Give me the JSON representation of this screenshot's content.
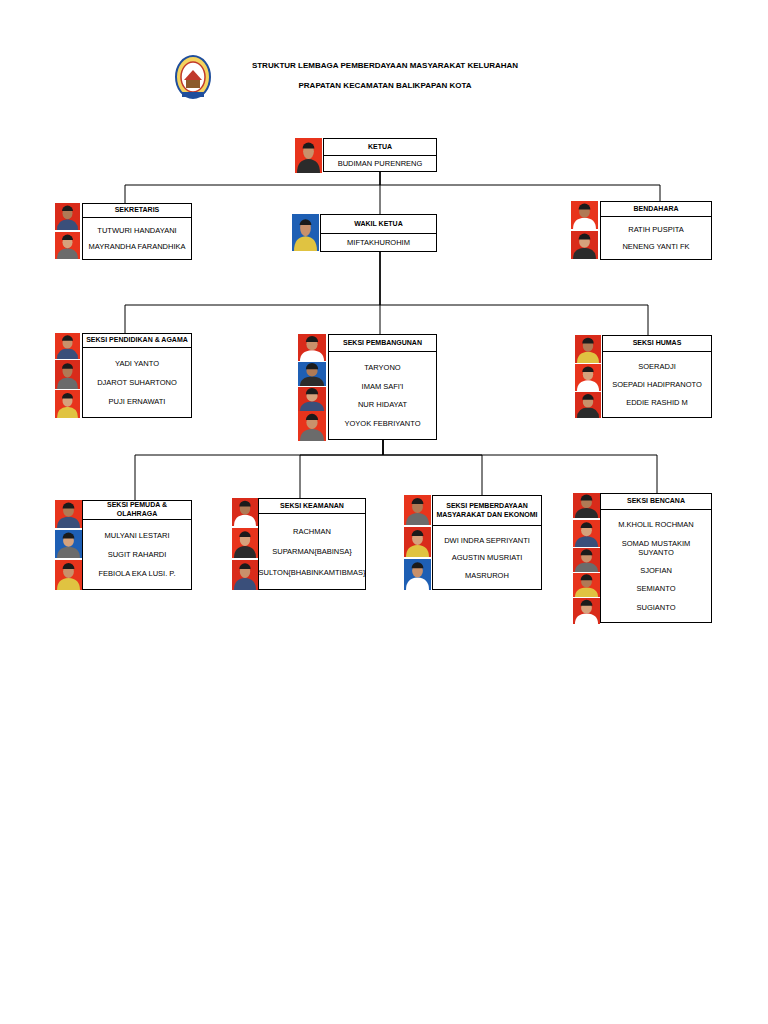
{
  "diagram": {
    "title": "STRUKTUR LEMBAGA PEMBERDAYAAN MASYARAKAT KELURAHAN PRAPATAN KECAMATAN BALIKPAPAN KOTA",
    "nodes": [
      {
        "text": [
          "KETUA",
          "BUDIMAN PURENRENG"
        ]
      },
      {
        "text": [
          "SEKRETARIS",
          "TUTWURI HANDAYANI",
          "MAYRANDHA FARANDHIKA"
        ]
      },
      {
        "text": [
          "WAKIL KETUA",
          "MIFTAKHUROHIM"
        ]
      },
      {
        "text": [
          "BENDAHARA",
          "RATIH PUSPITA",
          "NENENG YANTI FK"
        ]
      },
      {
        "text": [
          "SEKSI PENDIDIKAN & AGAMA",
          "YADI YANTO",
          "DJAROT SUHARTONO",
          "PUJI ERNAWATI"
        ]
      },
      {
        "text": [
          "SEKSI PEMBANGUNAN",
          "TARYONO",
          "IMAM SAFI'I",
          "NUR HIDAYAT",
          "YOYOK FEBRIYANTO"
        ]
      },
      {
        "text": [
          "SEKSI HUMAS",
          "SOERADJI",
          "SOEPADI HADIPRANOTO",
          "EDDIE RASHID M"
        ]
      },
      {
        "text": [
          "SEKSI PEMUDA & OLAHRAGA",
          "MULYANI LESTARI",
          "SUGIT RAHARDI",
          "FEBIOLA EKA LUSI. P."
        ]
      },
      {
        "text": [
          "SEKSI KEAMANAN",
          "RACHMAN",
          "SUPARMAN{BABINSA}",
          "SULTON{BHABINKAMTIBMAS}"
        ]
      },
      {
        "text": [
          "SEKSI PEMBERDAYAAN MASYARAKAT DAN EKONOMI",
          "DWI INDRA SEPRIYANTI",
          "AGUSTIN MUSRIATI",
          "MASRUROH"
        ]
      },
      {
        "text": [
          "SEKSI BENCANA",
          "M.KHOLIL ROCHMAN",
          "SOMAD MUSTAKIM SUYANTO",
          "SJOFIAN",
          "SEMIANTO",
          "SUGIANTO"
        ]
      }
    ],
    "edges": [
      {
        "from": 0,
        "to": 1,
        "arrow": "none"
      },
      {
        "from": 0,
        "to": 2,
        "arrow": "none"
      },
      {
        "from": 0,
        "to": 3,
        "arrow": "none"
      },
      {
        "from": 2,
        "to": 4,
        "arrow": "none"
      },
      {
        "from": 2,
        "to": 5,
        "arrow": "none"
      },
      {
        "from": 2,
        "to": 6,
        "arrow": "none"
      },
      {
        "from": 5,
        "to": 7,
        "arrow": "none"
      },
      {
        "from": 5,
        "to": 8,
        "arrow": "none"
      },
      {
        "from": 5,
        "to": 9,
        "arrow": "none"
      },
      {
        "from": 5,
        "to": 10,
        "arrow": "none"
      }
    ]
  }
}
